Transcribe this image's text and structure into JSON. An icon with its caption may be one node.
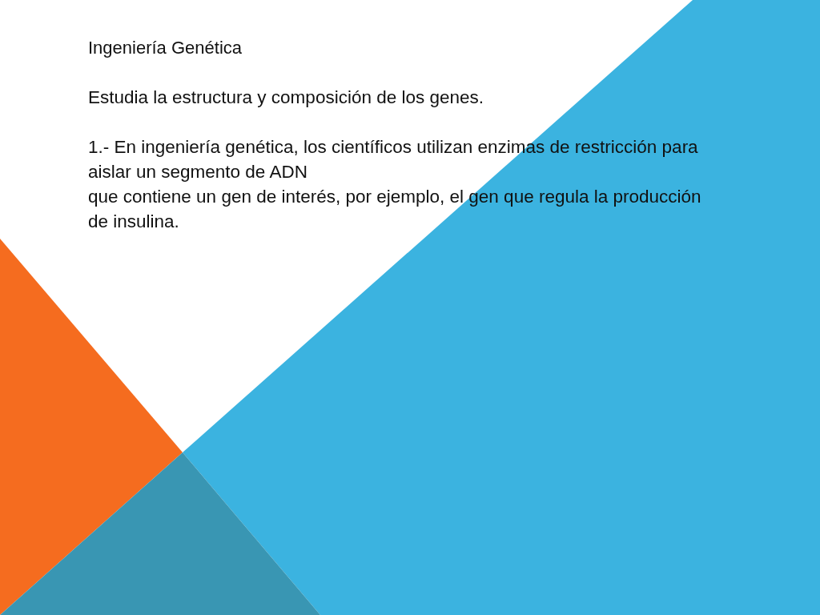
{
  "diagram": {
    "title": "Ingeniería Genética",
    "labels": [
      "Estudia la estructura y composición de los genes.",
      "1.- En ingeniería genética, los científicos utilizan enzimas de restricción para aislar un segmento de ADN",
      "que contiene un gen de interés, por ejemplo, el gen que regula la producción de insulina."
    ]
  }
}
